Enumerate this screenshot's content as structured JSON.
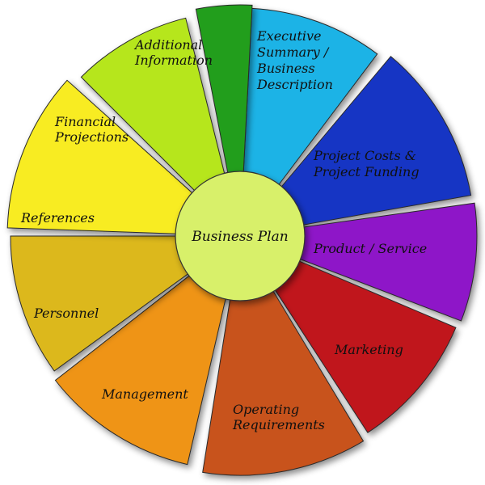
{
  "diagram": {
    "center": {
      "label": "Business Plan",
      "color": "#d8f06a"
    },
    "segments": [
      {
        "lines": [
          "Executive",
          "Summary /",
          "",
          "Business",
          "Description"
        ],
        "color": "#1fb3e6"
      },
      {
        "lines": [
          "Project Costs &",
          "Project Funding"
        ],
        "color": "#1535c4"
      },
      {
        "lines": [
          "Product / Service"
        ],
        "color": "#8e14c8"
      },
      {
        "lines": [
          "Marketing"
        ],
        "color": "#c0141e"
      },
      {
        "lines": [
          "Operating",
          "Requirements"
        ],
        "color": "#c8521e"
      },
      {
        "lines": [
          "Management"
        ],
        "color": "#ef9418"
      },
      {
        "lines": [
          "Personnel"
        ],
        "color": "#dcb81c"
      },
      {
        "lines": [
          "References"
        ],
        "color": "#f8ec22"
      },
      {
        "lines": [
          "Financial",
          "Projections"
        ],
        "color": "#b6e61a"
      },
      {
        "lines": [
          "Additional",
          "Information"
        ],
        "color": "#229e1c"
      }
    ]
  }
}
